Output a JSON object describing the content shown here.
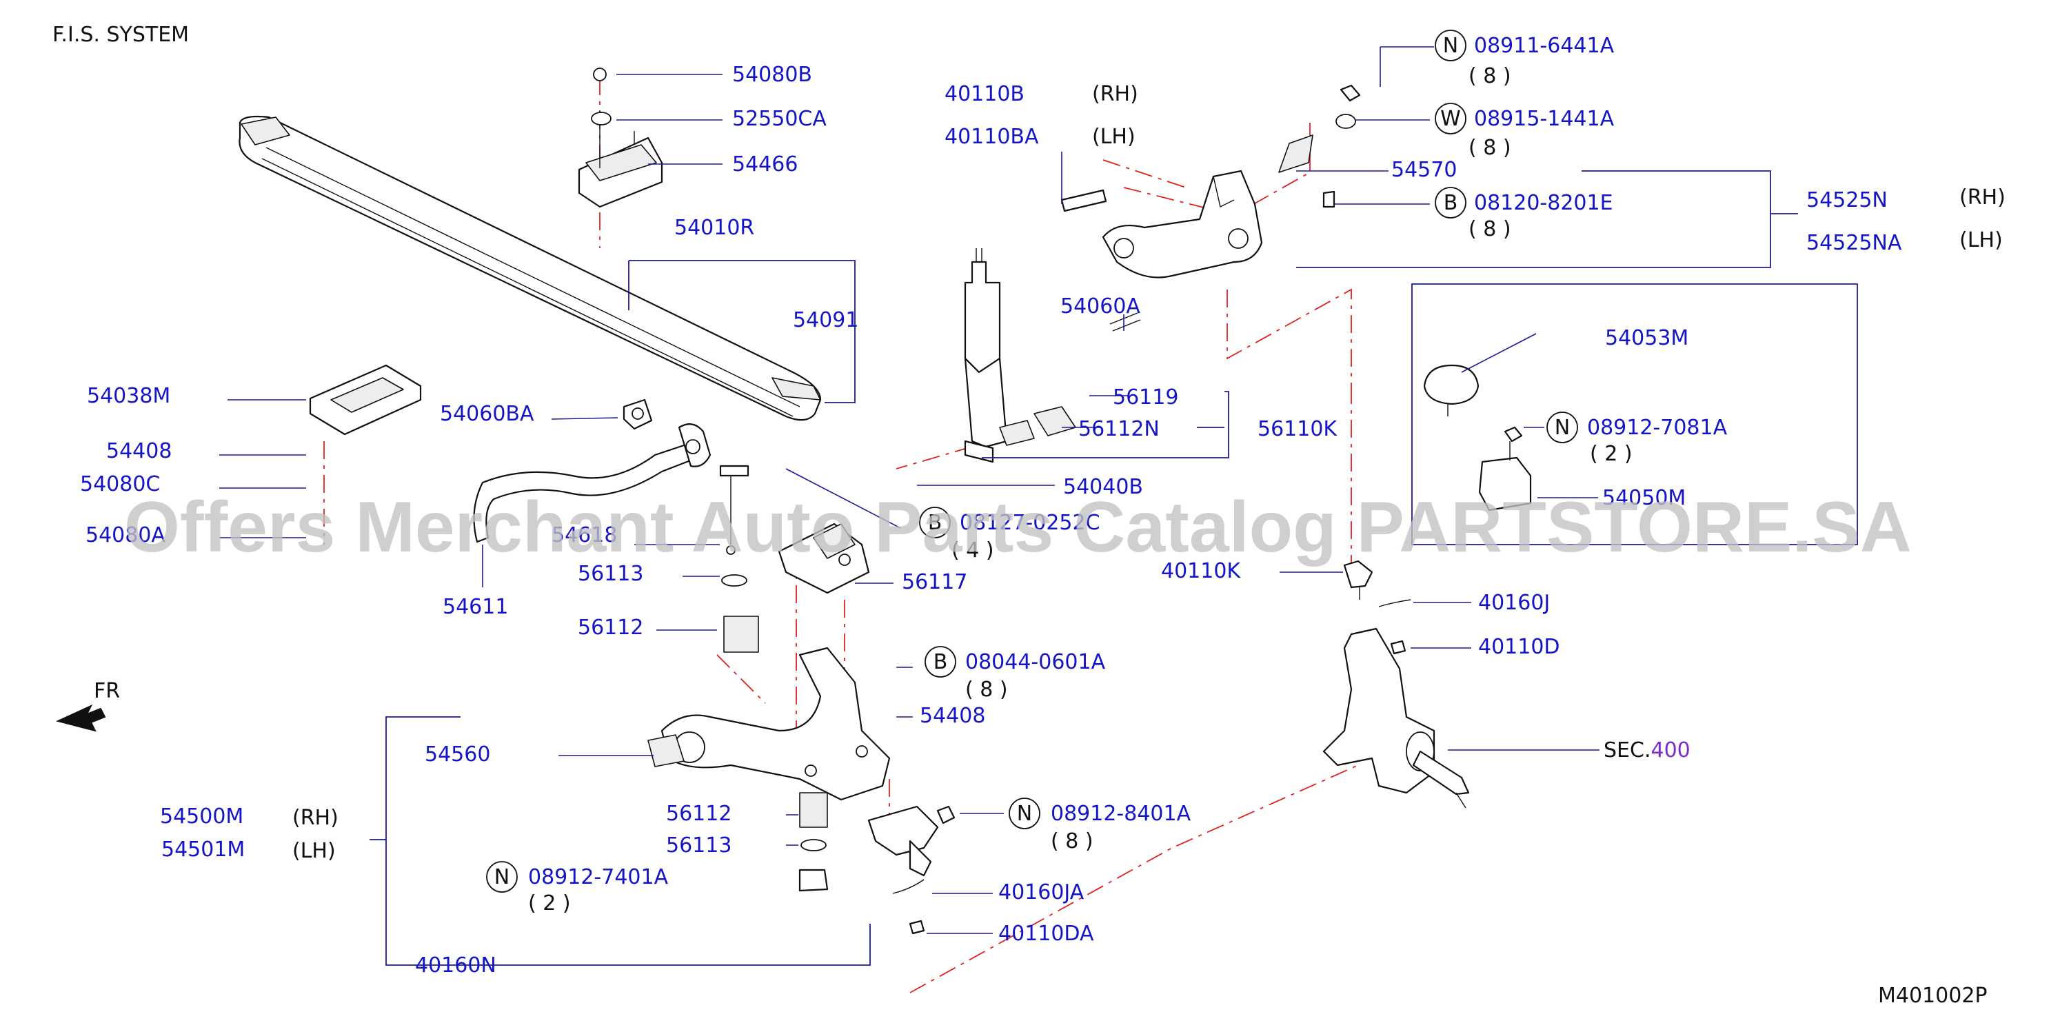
{
  "header": {
    "title": "F.I.S.  SYSTEM"
  },
  "footer": {
    "code": "M401002P"
  },
  "direction": {
    "label": "FR"
  },
  "watermark": {
    "text": "Offers Merchant Auto Parts Catalog PARTSTORE.SA"
  },
  "callouts": {
    "p54080B": "54080B",
    "p52550CA": "52550CA",
    "p54466": "54466",
    "p54010R": "54010R",
    "p54091": "54091",
    "p54038M": "54038M",
    "p54408a": "54408",
    "p54080C": "54080C",
    "p54080A": "54080A",
    "p54060BA": "54060BA",
    "p54618": "54618",
    "p54611": "54611",
    "p56113a": "56113",
    "p56112a": "56112",
    "p40110B": "40110B",
    "p40110BA": "40110BA",
    "p54060A": "54060A",
    "p56119": "56119",
    "p56112N": "56112N",
    "p56110K": "56110K",
    "p54040B": "54040B",
    "p08127": "08127-0252C",
    "p56117": "56117",
    "p08911": "08911-6441A",
    "p08915": "08915-1441A",
    "p54570": "54570",
    "p08120": "08120-8201E",
    "p54525N": "54525N",
    "p54525NA": "54525NA",
    "p54053M": "54053M",
    "p08912_7081": "08912-7081A",
    "p54050M": "54050M",
    "p40110K": "40110K",
    "p40160J": "40160J",
    "p40110D": "40110D",
    "p08044": "08044-0601A",
    "p54408b": "54408",
    "p54560": "54560",
    "p54500M": "54500M",
    "p54501M": "54501M",
    "p56112b": "56112",
    "p56113b": "56113",
    "p08912_8401": "08912-8401A",
    "p08912_7401": "08912-7401A",
    "p40160JA": "40160JA",
    "p40110DA": "40110DA",
    "p40160N": "40160N",
    "sec_prefix": "SEC.",
    "sec_number": "400"
  },
  "side": {
    "rh": "(RH)",
    "lh": "(LH)"
  },
  "quantities": {
    "q8": "( 8 )",
    "q2": "( 2 )",
    "q4": "( 4 )"
  },
  "prefix_letters": {
    "n": "N",
    "w": "W",
    "b": "B"
  },
  "colors": {
    "part_number": "#1515c8",
    "section_number": "#7a2bd0",
    "leader_line": "#1a1a9a",
    "center_line": "#e02020",
    "text": "#111111",
    "watermark": "#c2c2c2"
  }
}
